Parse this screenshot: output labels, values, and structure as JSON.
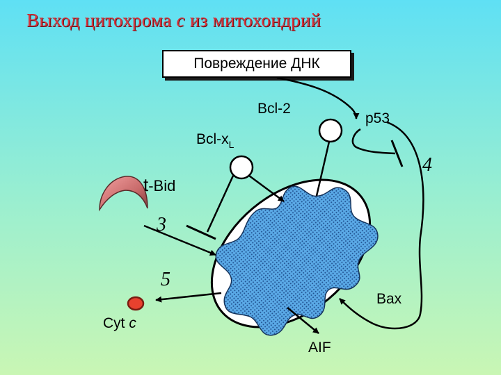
{
  "title": {
    "main": "Выход цитохрома ",
    "italic": "c",
    "tail": " из митохондрий"
  },
  "dna_damage_box": "Повреждение ДНК",
  "labels": {
    "bcl2": "Bcl-2",
    "p53": "p53",
    "bclxl_main": "Bcl-x",
    "bclxl_sub": "L",
    "tbid_t": "t",
    "tbid_rest": "-Bid",
    "bax": "Bax",
    "aif": "AIF",
    "cytc_main": "Cyt ",
    "cytc_italic": "c"
  },
  "step_numbers": {
    "three": "3",
    "four": "4",
    "five": "5"
  },
  "colors": {
    "title": "#d8343c",
    "background_top": "#5fe0f4",
    "background_bottom": "#c9f6b4",
    "crista_fill": "#63b0ea",
    "cyt_c_dot": "#e8412e",
    "tbid_shape": "#e07a7a"
  }
}
